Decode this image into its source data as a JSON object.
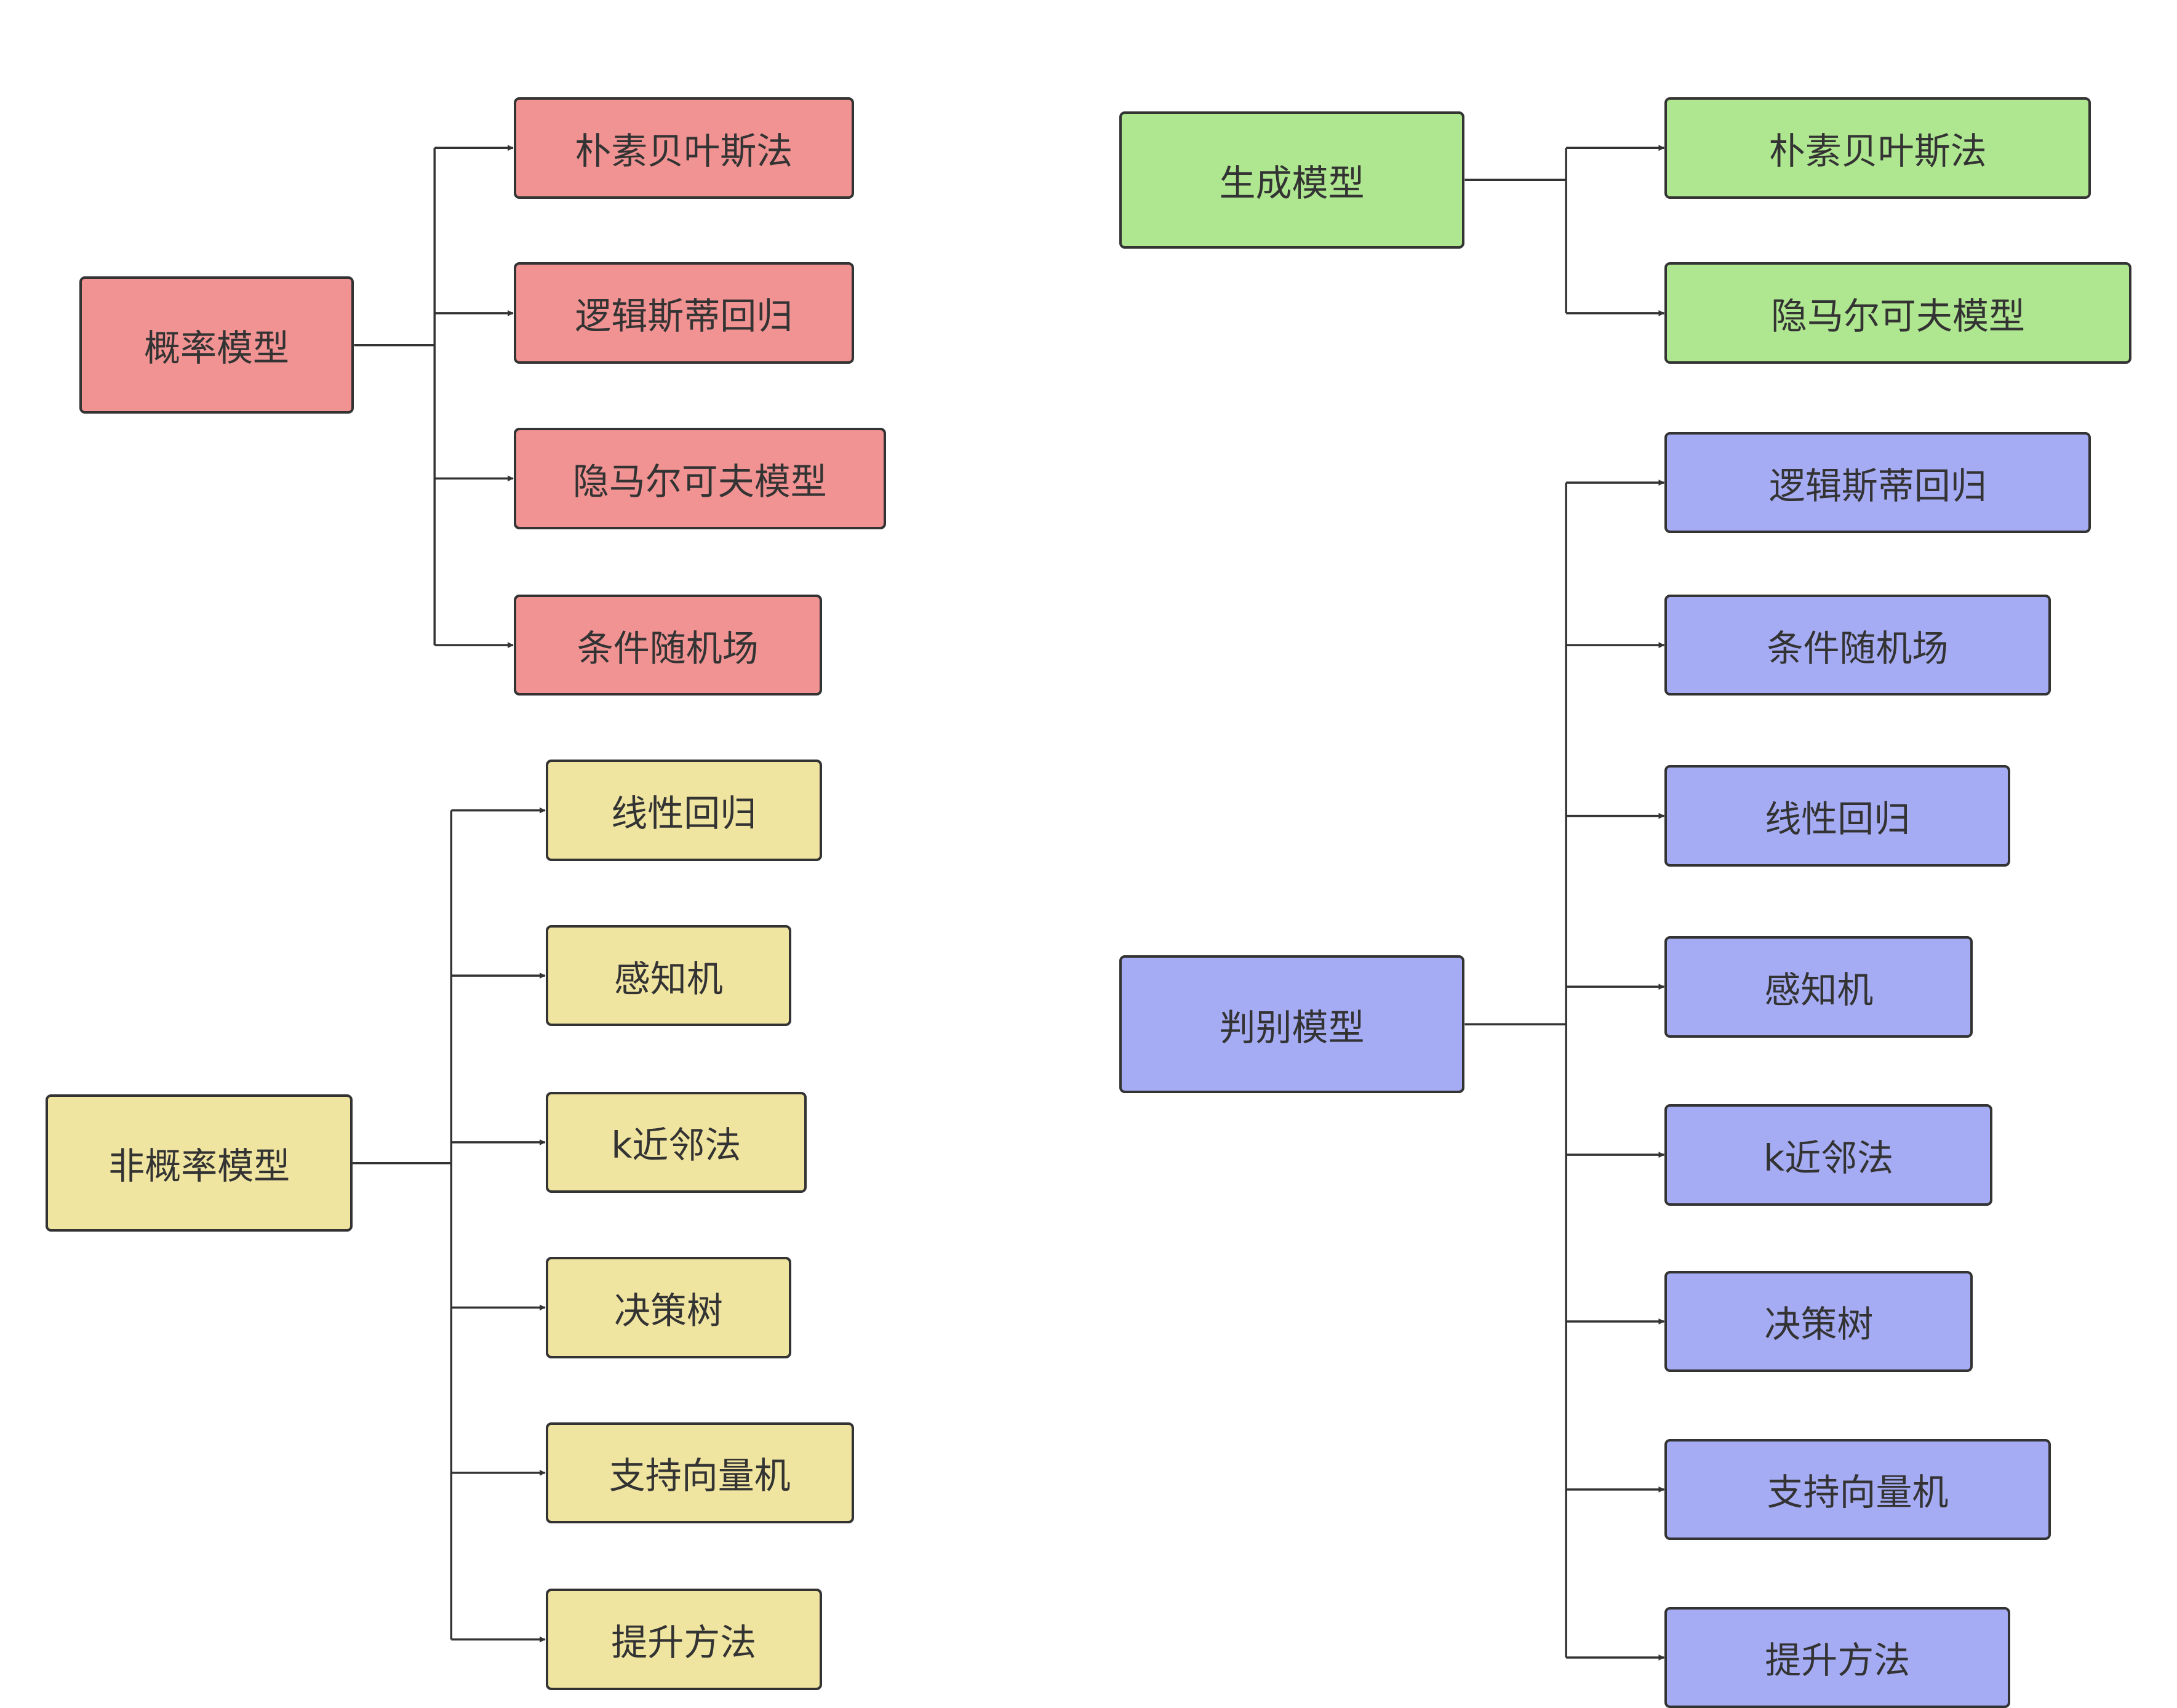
{
  "colors": {
    "red": "#f19393",
    "green": "#afe690",
    "blue": "#a6acf3",
    "yellow": "#f0e5a0",
    "line": "#333333"
  },
  "groups": [
    {
      "id": "prob",
      "label": "概率模型",
      "color": "red",
      "children": [
        "朴素贝叶斯法",
        "逻辑斯蒂回归",
        "隐马尔可夫模型",
        "条件随机场"
      ]
    },
    {
      "id": "nonprob",
      "label": "非概率模型",
      "color": "yellow",
      "children": [
        "线性回归",
        "感知机",
        "k近邻法",
        "决策树",
        "支持向量机",
        "提升方法"
      ]
    },
    {
      "id": "gen",
      "label": "生成模型",
      "color": "green",
      "children": [
        "朴素贝叶斯法",
        "隐马尔可夫模型"
      ]
    },
    {
      "id": "disc",
      "label": "判别模型",
      "color": "blue",
      "children": [
        "逻辑斯蒂回归",
        "条件随机场",
        "线性回归",
        "感知机",
        "k近邻法",
        "决策树",
        "支持向量机",
        "提升方法"
      ]
    }
  ]
}
